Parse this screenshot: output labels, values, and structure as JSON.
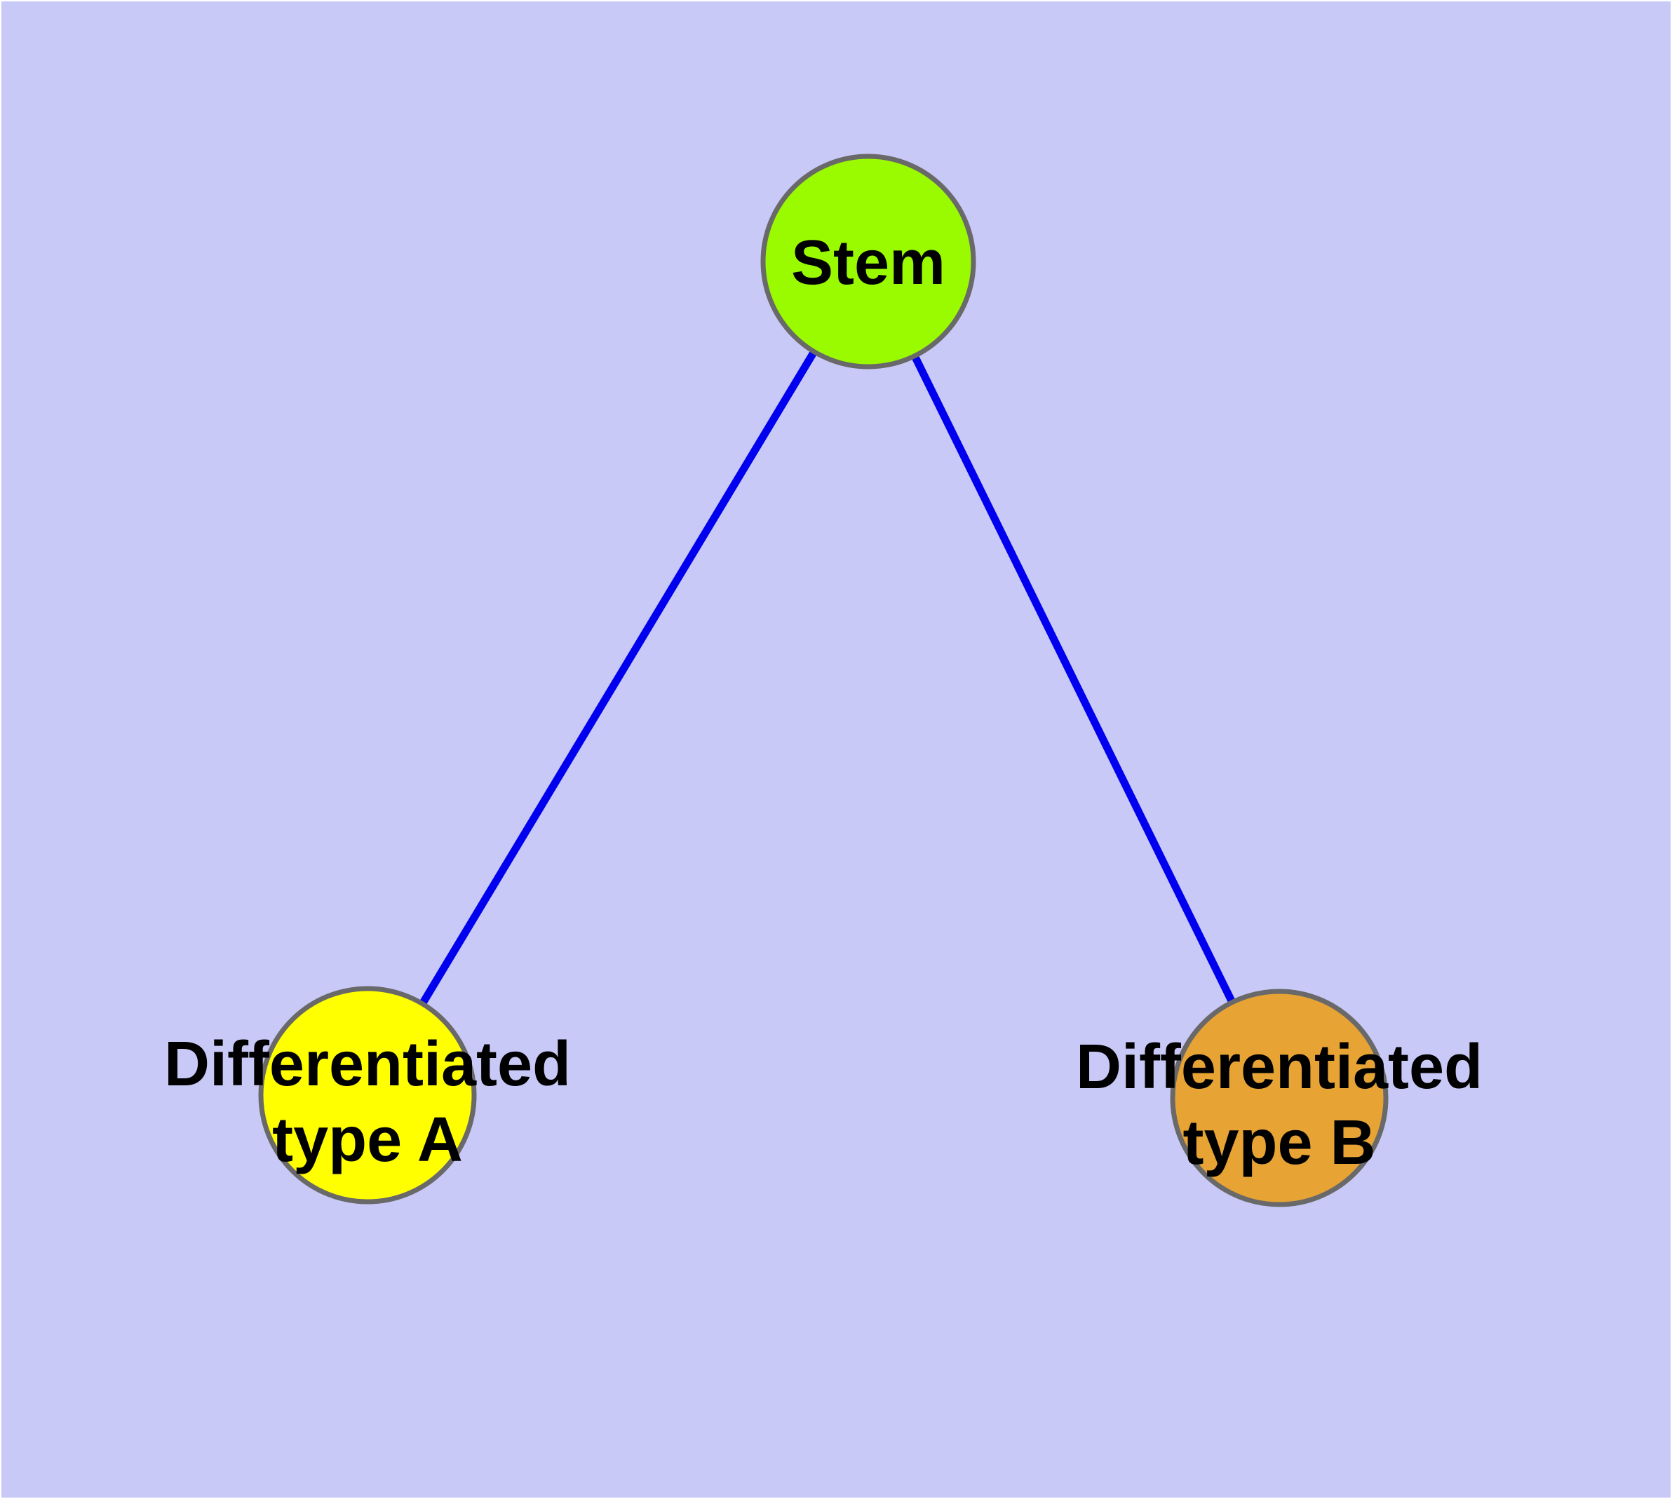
{
  "diagram": {
    "background_color": "#C9C9F8",
    "node_border_color": "#696969",
    "edge_color": "#0000EE",
    "label_color": "#000000",
    "nodes": [
      {
        "id": "stem",
        "label": "Stem",
        "lines": [
          "Stem",
          ""
        ],
        "fill": "#9AFB00"
      },
      {
        "id": "differentiated-type-a",
        "label": "Differentiated type A",
        "lines": [
          "Differentiated",
          "type A"
        ],
        "fill": "#FFFF00"
      },
      {
        "id": "differentiated-type-b",
        "label": "Differentiated type B",
        "lines": [
          "Differentiated",
          "type B"
        ],
        "fill": "#E8A335"
      }
    ],
    "edges": [
      {
        "from": "stem",
        "to": "differentiated-type-a"
      },
      {
        "from": "stem",
        "to": "differentiated-type-b"
      }
    ]
  }
}
